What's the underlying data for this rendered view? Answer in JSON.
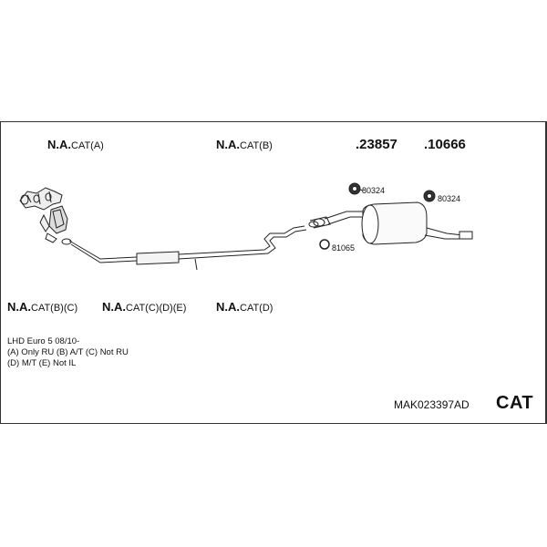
{
  "labels": {
    "cat_a": {
      "prefix": "N.A.",
      "suffix": "CAT(A)"
    },
    "cat_b": {
      "prefix": "N.A.",
      "suffix": "CAT(B)"
    },
    "cat_bc": {
      "prefix": "N.A.",
      "suffix": "CAT(B)(C)"
    },
    "cat_cde": {
      "prefix": "N.A.",
      "suffix": "CAT(C)(D)(E)"
    },
    "cat_d": {
      "prefix": "N.A.",
      "suffix": "CAT(D)"
    }
  },
  "parts": {
    "p23857": ".23857",
    "p10666": ".10666",
    "p80324_left": "80324",
    "p80324_right": "80324",
    "p81065": "81065"
  },
  "notes": [
    "LHD    Euro 5    08/10-",
    "(A) Only RU (B) A/T (C) Not RU",
    "(D) M/T (E) Not IL"
  ],
  "footer": {
    "code": "MAK023397AD",
    "brand": "CAT"
  }
}
